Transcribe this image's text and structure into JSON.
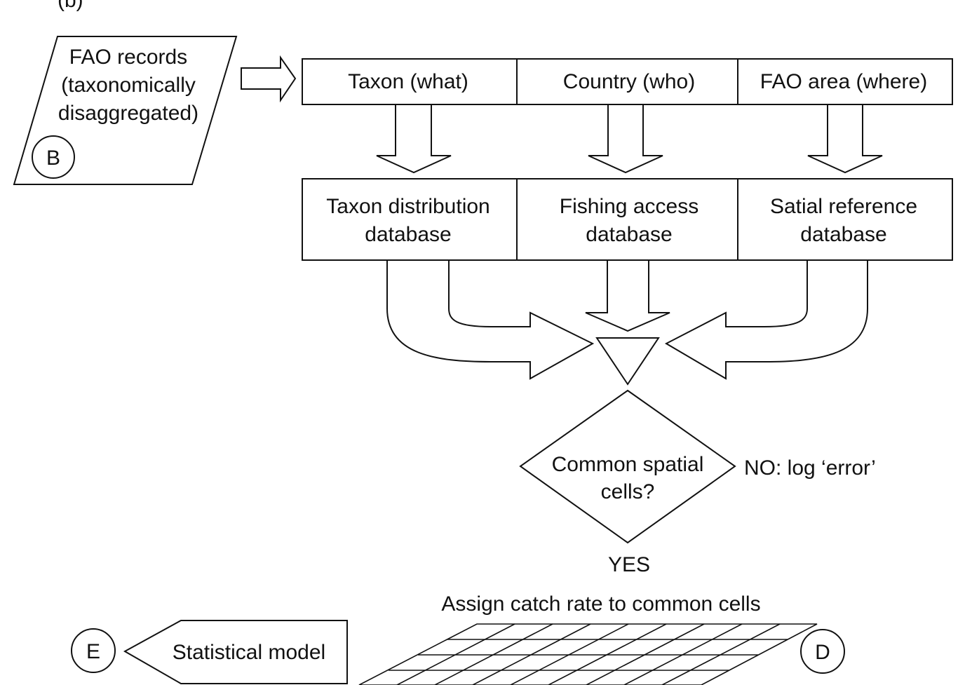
{
  "panel_label": "(b)",
  "input": {
    "lines": [
      "FAO records",
      "(taxonomically",
      "disaggregated)"
    ],
    "connector": "B"
  },
  "top_row": [
    "Taxon (what)",
    "Country (who)",
    "FAO area (where)"
  ],
  "databases": [
    [
      "Taxon distribution",
      "database"
    ],
    [
      "Fishing access",
      "database"
    ],
    [
      "Satial reference",
      "database"
    ]
  ],
  "decision": {
    "lines": [
      "Common spatial",
      "cells?"
    ],
    "no_label": "NO: log ‘error’",
    "yes_label": "YES"
  },
  "assign_label": "Assign catch rate to common cells",
  "model_label": "Statistical model",
  "connector_e": "E",
  "connector_d": "D"
}
